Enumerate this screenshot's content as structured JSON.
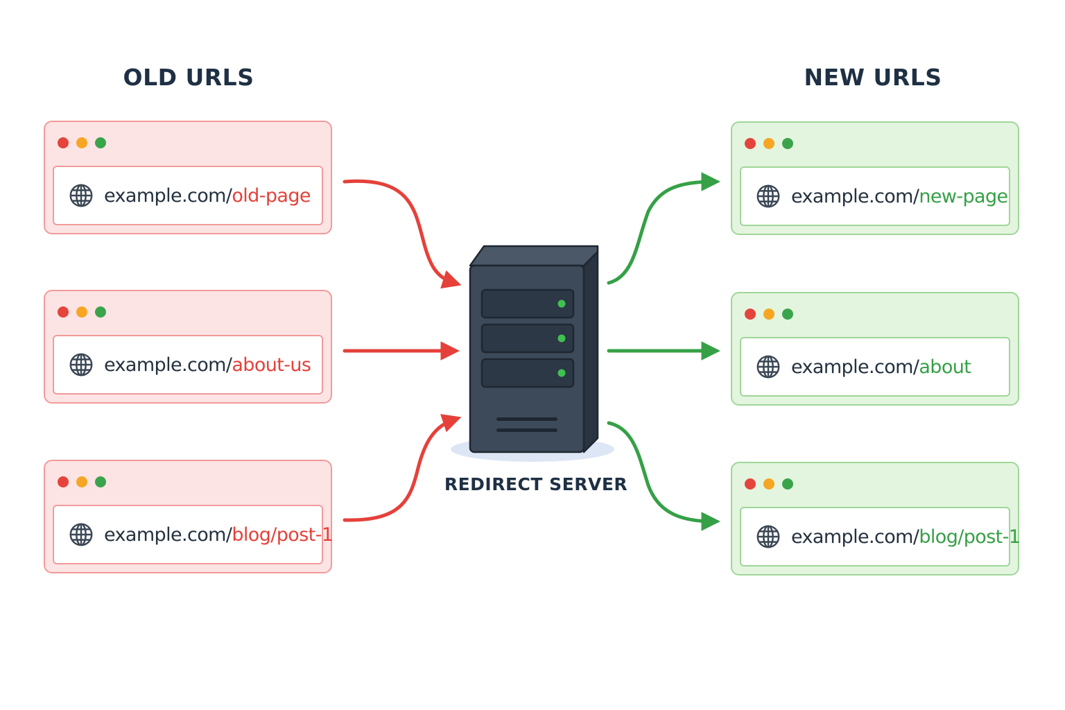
{
  "diagram": {
    "left_title": "OLD URLS",
    "right_title": "NEW URLS",
    "server_label": "REDIRECT SERVER",
    "old_urls": [
      {
        "domain": "example.com/",
        "path": "old-page"
      },
      {
        "domain": "example.com/",
        "path": "about-us"
      },
      {
        "domain": "example.com/",
        "path": "blog/post-1"
      }
    ],
    "new_urls": [
      {
        "domain": "example.com/",
        "path": "new-page"
      },
      {
        "domain": "example.com/",
        "path": "about"
      },
      {
        "domain": "example.com/",
        "path": "blog/post-1"
      }
    ],
    "icons": {
      "address_bar": "globe-icon",
      "window_controls": [
        "close-dot",
        "minimize-dot",
        "maximize-dot"
      ],
      "center": "server-icon"
    }
  },
  "colors": {
    "old_accent": "#e5413a",
    "new_accent": "#35a046",
    "text_dark": "#1f3044",
    "server_body": "#3a4756",
    "dot_red": "#e5443c",
    "dot_yellow": "#f6a623",
    "dot_green": "#3aa44c"
  }
}
